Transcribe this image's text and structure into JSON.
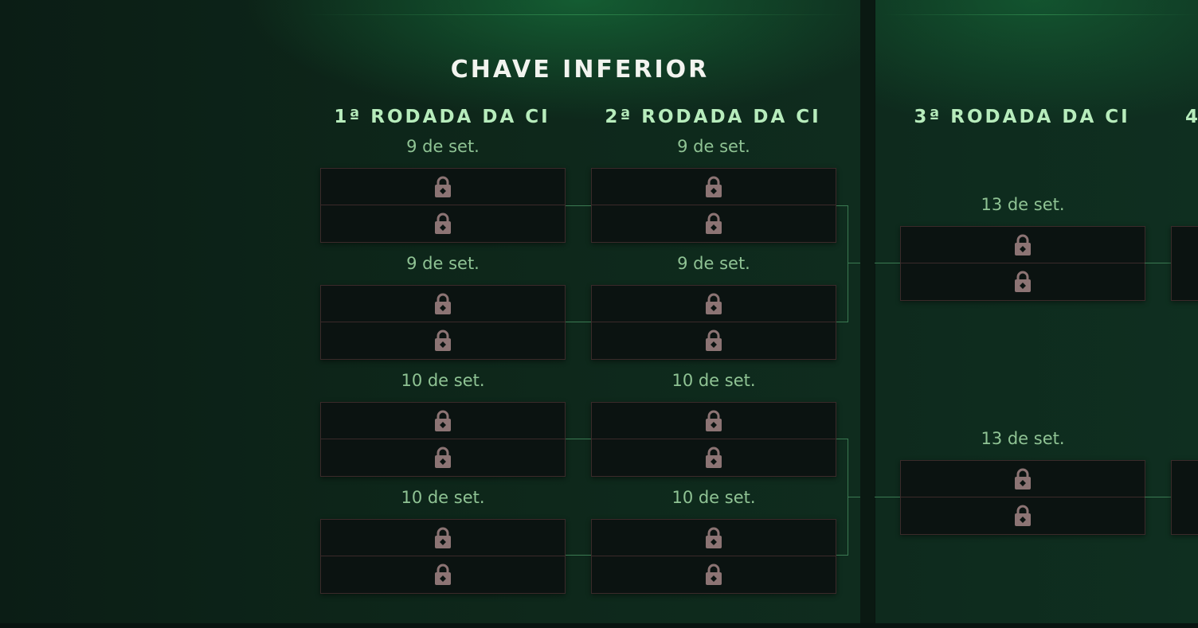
{
  "bracket": {
    "title": "CHAVE INFERIOR",
    "rounds": [
      {
        "label": "1ª RODADA DA CI",
        "matches": [
          {
            "date": "9 de set.",
            "slots": [
              "lock-icon",
              "lock-icon"
            ]
          },
          {
            "date": "9 de set.",
            "slots": [
              "lock-icon",
              "lock-icon"
            ]
          },
          {
            "date": "10 de set.",
            "slots": [
              "lock-icon",
              "lock-icon"
            ]
          },
          {
            "date": "10 de set.",
            "slots": [
              "lock-icon",
              "lock-icon"
            ]
          }
        ]
      },
      {
        "label": "2ª RODADA DA CI",
        "matches": [
          {
            "date": "9 de set.",
            "slots": [
              "lock-icon",
              "lock-icon"
            ]
          },
          {
            "date": "9 de set.",
            "slots": [
              "lock-icon",
              "lock-icon"
            ]
          },
          {
            "date": "10 de set.",
            "slots": [
              "lock-icon",
              "lock-icon"
            ]
          },
          {
            "date": "10 de set.",
            "slots": [
              "lock-icon",
              "lock-icon"
            ]
          }
        ]
      },
      {
        "label": "3ª RODADA DA CI",
        "matches": [
          {
            "date": "13 de set.",
            "slots": [
              "lock-icon",
              "lock-icon"
            ]
          },
          {
            "date": "13 de set.",
            "slots": [
              "lock-icon",
              "lock-icon"
            ]
          }
        ]
      },
      {
        "label": "4"
      }
    ]
  },
  "colors": {
    "title": "#f2f4ef",
    "round_header": "#b7ecbc",
    "date": "#8fc394",
    "match_bg": "#0b1311",
    "match_border": "#3b2a2a",
    "lock_icon": "#8c7474",
    "connector": "#3b7a52"
  }
}
